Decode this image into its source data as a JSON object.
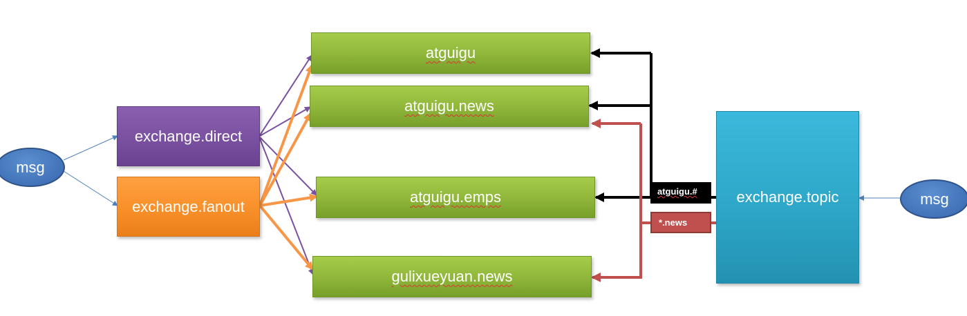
{
  "queues": [
    {
      "label": "atguigu"
    },
    {
      "label": "atguigu.news"
    },
    {
      "label": "atguigu.emps"
    },
    {
      "label": "gulixueyuan.news"
    }
  ],
  "exchanges": {
    "direct": "exchange.direct",
    "fanout": "exchange.fanout",
    "topic": "exchange.topic"
  },
  "messages": {
    "left": "msg",
    "right": "msg"
  },
  "routing_keys": {
    "hash": "atguigu.#",
    "star": "*.news"
  },
  "colors": {
    "queue_green": "#8fb63a",
    "direct_purple": "#7a50a0",
    "fanout_orange": "#f8902a",
    "topic_blue": "#2ea7c8",
    "msg_blue": "#4272b8",
    "red_binding": "#c0504d",
    "black_binding": "#000000",
    "thin_arrow_blue": "#4f81bd",
    "purple_line": "#7a50a0",
    "orange_line": "#f79646"
  }
}
